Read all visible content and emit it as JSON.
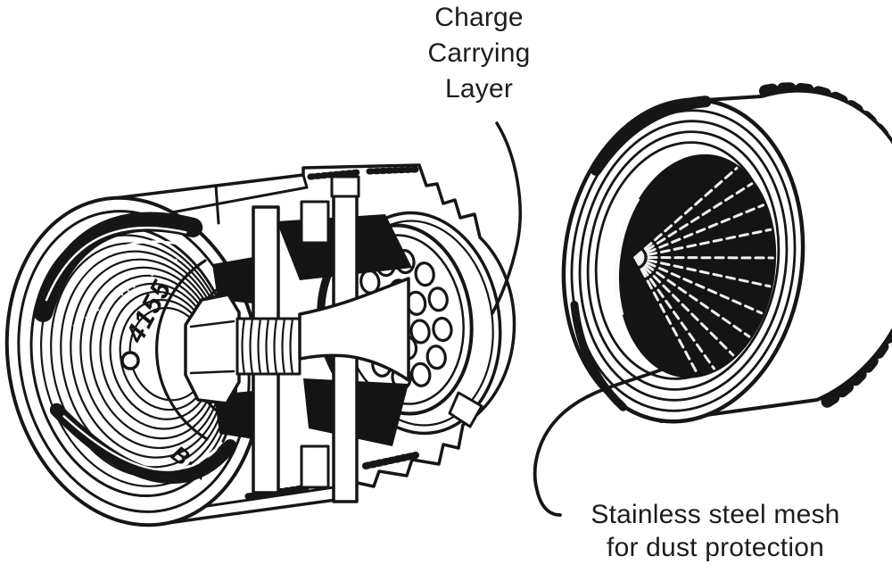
{
  "figure": {
    "description": "Cutaway illustration of an electret condenser microphone cartridge with its protection grid cap removed",
    "background": "#ffffff",
    "ink": "#161616"
  },
  "labels": {
    "charge_layer": {
      "lines": [
        "Charge",
        "Carrying",
        "Layer"
      ]
    },
    "dust_mesh": {
      "lines": [
        "Stainless steel mesh",
        "for dust protection"
      ]
    }
  },
  "engravings": {
    "model_number": "4155",
    "brand_mark": "B·K"
  }
}
